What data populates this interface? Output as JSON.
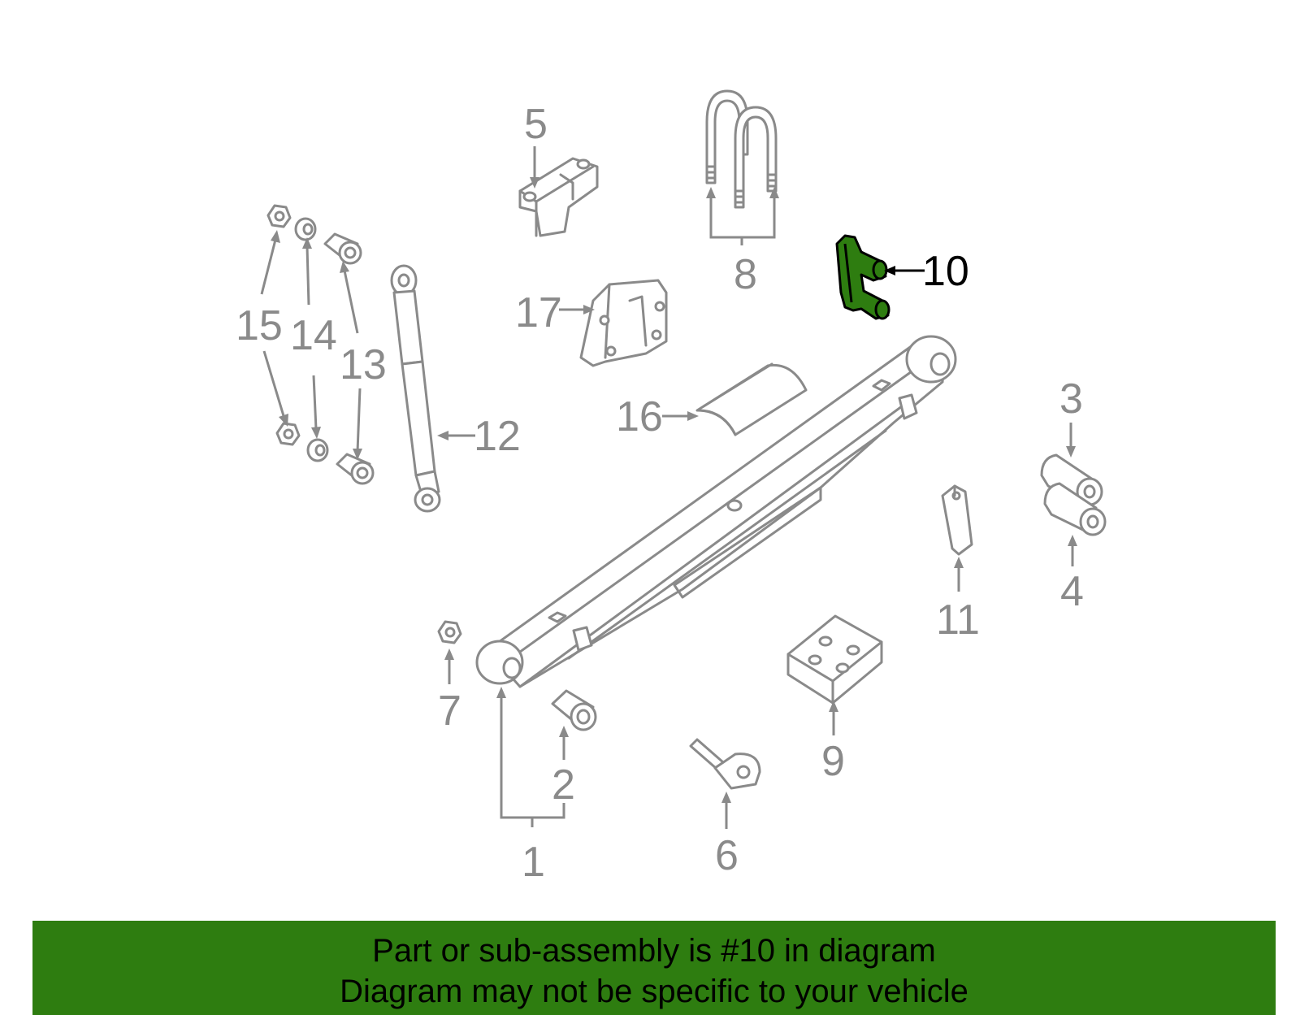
{
  "diagram": {
    "highlight_color": "#2e7d10",
    "line_color": "#8a8a8a",
    "callouts": {
      "c1": "1",
      "c2": "2",
      "c3": "3",
      "c4": "4",
      "c5": "5",
      "c6": "6",
      "c7": "7",
      "c8": "8",
      "c9": "9",
      "c10": "10",
      "c11": "11",
      "c12": "12",
      "c13": "13",
      "c14": "14",
      "c15": "15",
      "c16": "16",
      "c17": "17"
    }
  },
  "banner": {
    "background": "#2e7d10",
    "line1": "Part or sub-assembly is #10 in diagram",
    "line2": "Diagram may not be specific to your vehicle"
  }
}
